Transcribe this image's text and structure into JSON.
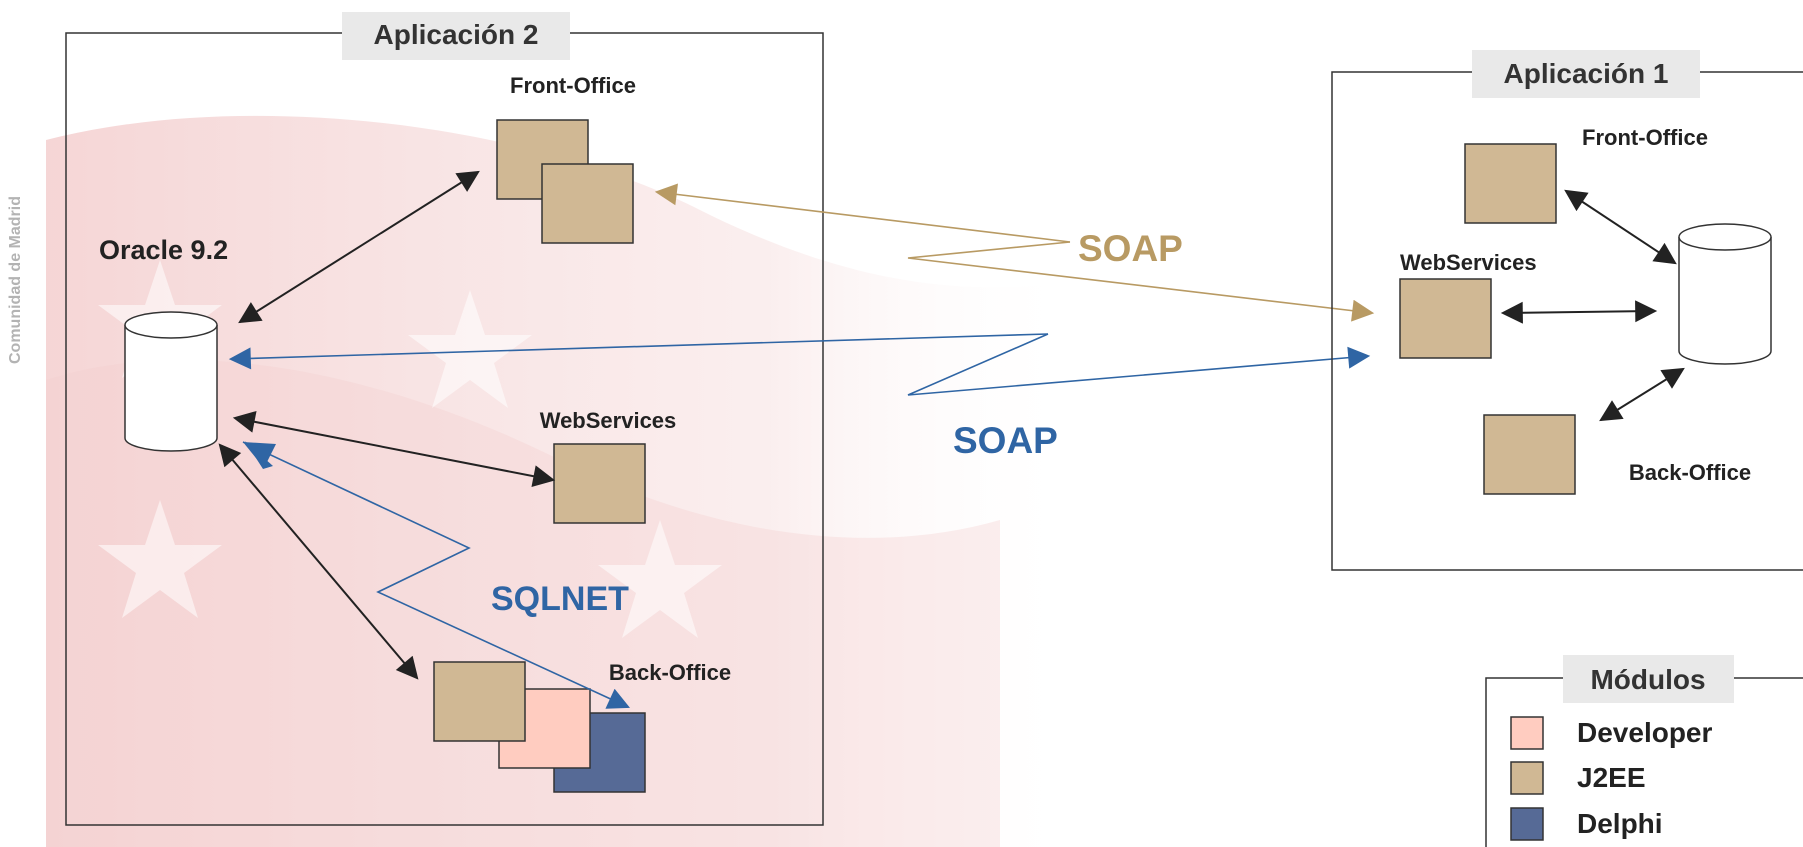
{
  "side_label": "Comunidad de Madrid",
  "app2": {
    "title": "Aplicación 2",
    "db_label": "Oracle 9.2",
    "front_office": "Front-Office",
    "webservices": "WebServices",
    "back_office": "Back-Office",
    "sqlnet": "SQLNET"
  },
  "app1": {
    "title": "Aplicación 1",
    "front_office": "Front-Office",
    "webservices": "WebServices",
    "back_office": "Back-Office"
  },
  "links": {
    "soap_top": "SOAP",
    "soap_bottom": "SOAP"
  },
  "legend": {
    "title": "Módulos",
    "items": [
      {
        "label": "Developer",
        "color": "#ffccc0"
      },
      {
        "label": "J2EE",
        "color": "#d0b894"
      },
      {
        "label": "Delphi",
        "color": "#566a96"
      }
    ]
  },
  "colors": {
    "j2ee": "#d0b894",
    "developer": "#ffccc0",
    "delphi": "#566a96",
    "soap_tan": "#b89a63",
    "soap_blue": "#2f65a4",
    "arrow_dark": "#222222"
  }
}
